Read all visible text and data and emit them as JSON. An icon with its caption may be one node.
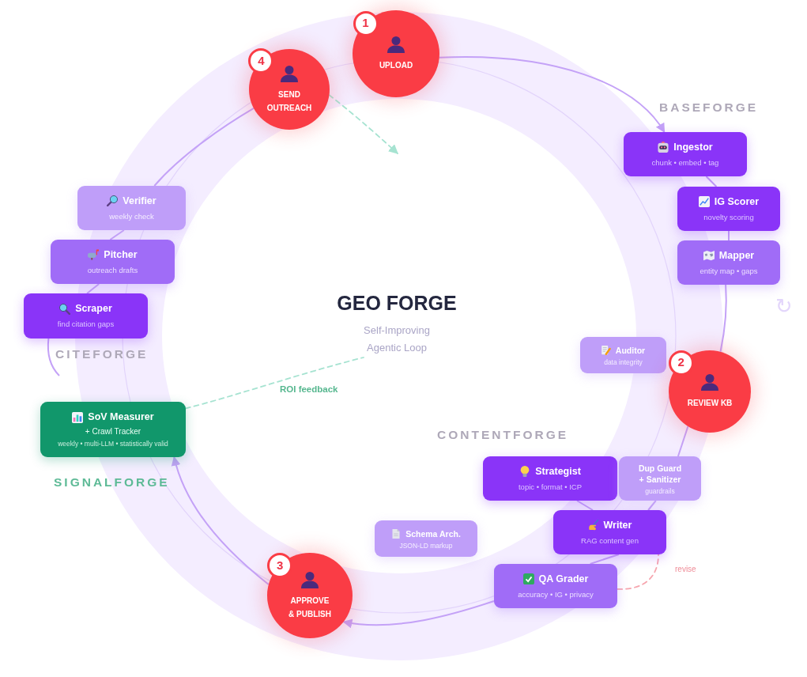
{
  "diagram": {
    "nodes": [
      {
        "text": [
          "1",
          "UPLOAD"
        ]
      },
      {
        "text": [
          "4",
          "SEND OUTREACH"
        ]
      },
      {
        "text": [
          "Ingestor",
          "chunk • embed • tag"
        ]
      },
      {
        "text": [
          "IG Scorer",
          "novelty scoring"
        ]
      },
      {
        "text": [
          "Verifier",
          "weekly check"
        ]
      },
      {
        "text": [
          "Pitcher",
          "outreach drafts"
        ]
      },
      {
        "text": [
          "Mapper",
          "entity map • gaps"
        ]
      },
      {
        "text": [
          "Scraper",
          "find citation gaps"
        ]
      },
      {
        "text": [
          "GEO FORGE",
          "Self-Improving Agentic Loop"
        ]
      },
      {
        "text": [
          "Auditor",
          "data integrity"
        ]
      },
      {
        "text": [
          "2",
          "REVIEW KB"
        ]
      },
      {
        "text": [
          "SoV Measurer",
          "+ Crawl Tracker",
          "weekly • multi-LLM • statistically valid"
        ]
      },
      {
        "text": [
          "Strategist",
          "topic • format • ICP"
        ]
      },
      {
        "text": [
          "Dup Guard + Sanitizer",
          "guardrails"
        ]
      },
      {
        "text": [
          "Writer",
          "RAG content gen"
        ]
      },
      {
        "text": [
          "Schema Arch.",
          "JSON-LD markup"
        ]
      },
      {
        "text": [
          "QA Grader",
          "accuracy • IG • privacy"
        ]
      },
      {
        "text": [
          "3",
          "APPROVE & PUBLISH"
        ]
      }
    ],
    "edges": [
      {
        "from": 0,
        "to": 2,
        "arrow": "to"
      },
      {
        "from": 2,
        "to": 3,
        "arrow": "none"
      },
      {
        "from": 3,
        "to": 6,
        "arrow": "none"
      },
      {
        "from": 6,
        "to": 10,
        "arrow": "none"
      },
      {
        "from": 10,
        "to": 13,
        "arrow": "none"
      },
      {
        "from": 12,
        "to": 14,
        "arrow": "none"
      },
      {
        "from": 13,
        "to": 14,
        "arrow": "none"
      },
      {
        "from": 14,
        "to": 16,
        "arrow": "none"
      },
      {
        "from": 16,
        "to": 14,
        "arrow": "none",
        "label": "revise",
        "style": "dashed",
        "color": "#f6a5ae"
      },
      {
        "from": 16,
        "to": 17,
        "arrow": "to"
      },
      {
        "from": 17,
        "to": 11,
        "arrow": "to"
      },
      {
        "from": 11,
        "to": 8,
        "arrow": "none",
        "label": "ROI feedback",
        "style": "dashed",
        "color": "#a6e3d1"
      },
      {
        "from": 7,
        "to": null,
        "arrow": "none"
      },
      {
        "from": 7,
        "to": 5,
        "arrow": "none"
      },
      {
        "from": 5,
        "to": 4,
        "arrow": "none"
      },
      {
        "from": 4,
        "to": 1,
        "arrow": "none"
      },
      {
        "from": 1,
        "to": null,
        "arrow": "to",
        "style": "dashed",
        "color": "#a6e3d1"
      }
    ],
    "labels": [
      "BASEFORGE",
      "↻",
      "CITEFORGE",
      "CONTENTFORGE",
      "SIGNALFORGE"
    ]
  }
}
